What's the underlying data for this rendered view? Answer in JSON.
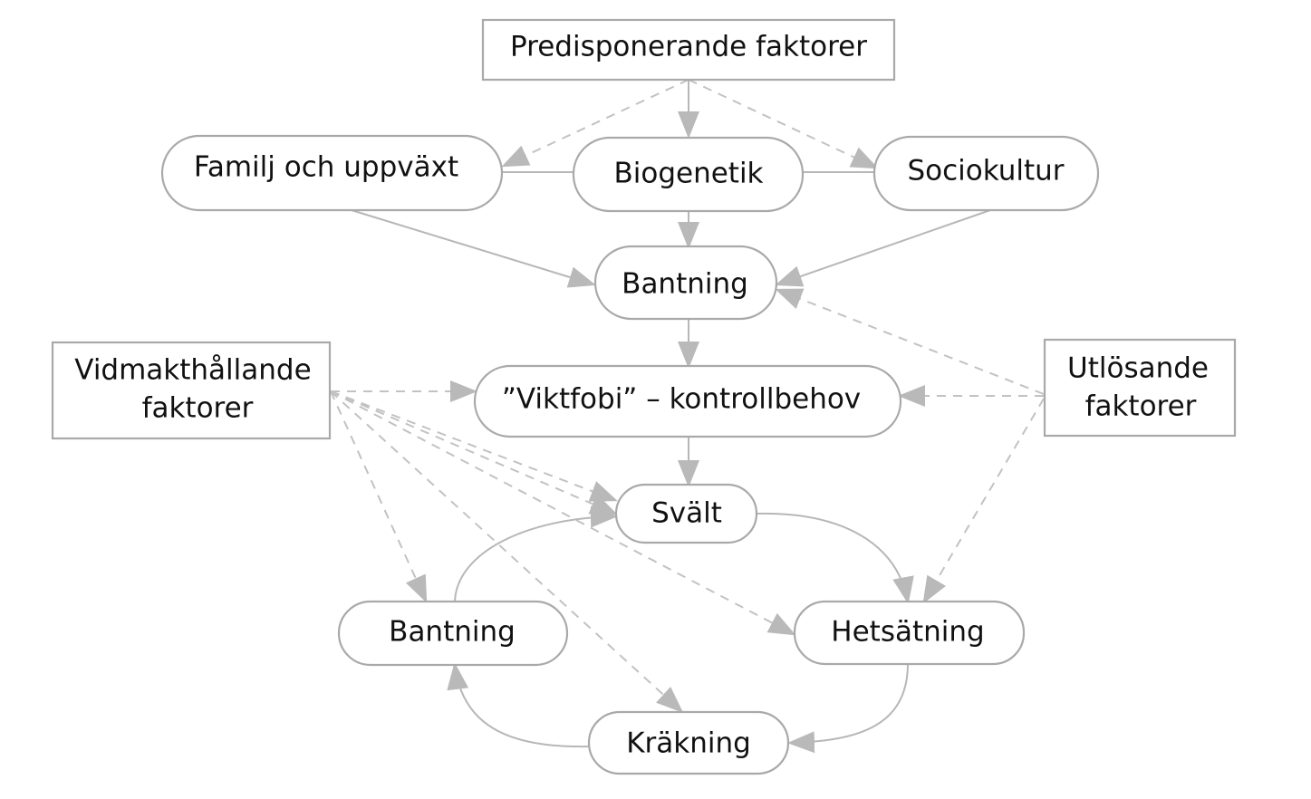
{
  "nodes": {
    "predisponerande": {
      "lines": [
        "Predisponerande faktorer"
      ]
    },
    "familj": {
      "lines": [
        "Familj och uppväxt"
      ]
    },
    "biogenetik": {
      "lines": [
        "Biogenetik"
      ]
    },
    "sociokultur": {
      "lines": [
        "Sociokultur"
      ]
    },
    "bantning_top": {
      "lines": [
        "Bantning"
      ]
    },
    "vidmakthallande": {
      "lines": [
        "Vidmakthållande",
        "faktorer"
      ]
    },
    "viktfobi": {
      "lines": [
        "”Viktfobi” – kontrollbehov"
      ]
    },
    "utlosande": {
      "lines": [
        "Utlösande",
        "faktorer"
      ]
    },
    "svalt": {
      "lines": [
        "Svält"
      ]
    },
    "bantning_bottom": {
      "lines": [
        "Bantning"
      ]
    },
    "hetsatning": {
      "lines": [
        "Hetsätning"
      ]
    },
    "krakning": {
      "lines": [
        "Kräkning"
      ]
    }
  },
  "colors": {
    "stroke": "#a9a9a9",
    "arrow": "#b7b7b7",
    "text": "#111111"
  }
}
